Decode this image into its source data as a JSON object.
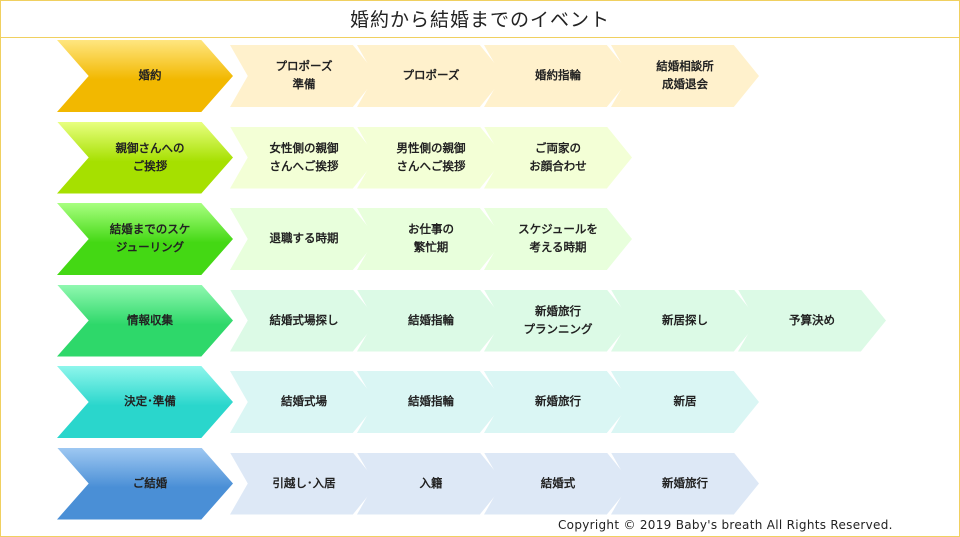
{
  "title": "婚約から結婚までのイベント",
  "copyright": "Copyright © 2019 Baby's breath All Rights Reserved.",
  "rows": [
    {
      "head": "婚約",
      "head_colors": [
        "#ffe680",
        "#f2b800"
      ],
      "step_color": "#fff1cc",
      "steps": [
        "プロポーズ\n準備",
        "プロポーズ",
        "婚約指輪",
        "結婚相談所\n成婚退会"
      ]
    },
    {
      "head": "親御さんへの\nご挨拶",
      "head_colors": [
        "#e8ff80",
        "#a6e000"
      ],
      "step_color": "#f3ffd6",
      "steps": [
        "女性側の親御\nさんへご挨拶",
        "男性側の親御\nさんへご挨拶",
        "ご両家の\nお顔合わせ"
      ]
    },
    {
      "head": "結婚までのスケ\nジューリング",
      "head_colors": [
        "#a8ff80",
        "#44d814"
      ],
      "step_color": "#e8ffdc",
      "steps": [
        "退職する時期",
        "お仕事の\n繁忙期",
        "スケジュールを\n考える時期"
      ]
    },
    {
      "head": "情報収集",
      "head_colors": [
        "#90f8b0",
        "#2ed86a"
      ],
      "step_color": "#dcfae6",
      "steps": [
        "結婚式場探し",
        "結婚指輪",
        "新婚旅行\nプランニング",
        "新居探し",
        "予算決め"
      ]
    },
    {
      "head": "決定･準備",
      "head_colors": [
        "#8ef6ec",
        "#2ad6cc"
      ],
      "step_color": "#daf6f4",
      "steps": [
        "結婚式場",
        "結婚指輪",
        "新婚旅行",
        "新居"
      ]
    },
    {
      "head": "ご結婚",
      "head_colors": [
        "#9ec8f2",
        "#4a8fd6"
      ],
      "step_color": "#dde8f6",
      "steps": [
        "引越し･入居",
        "入籍",
        "結婚式",
        "新婚旅行"
      ]
    }
  ]
}
